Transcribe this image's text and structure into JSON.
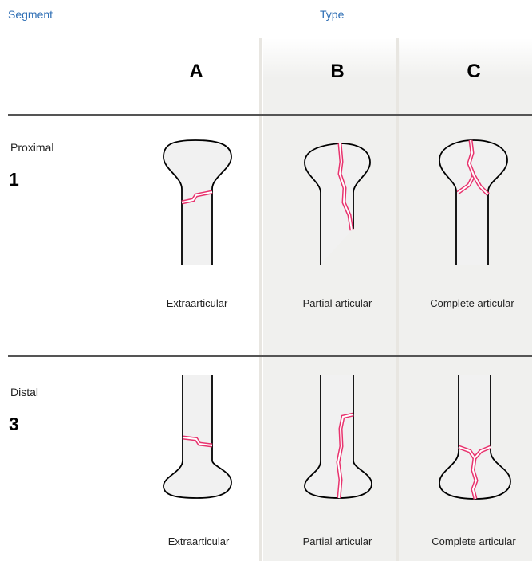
{
  "header": {
    "segment": "Segment",
    "type": "Type"
  },
  "types": [
    "A",
    "B",
    "C"
  ],
  "segments": [
    {
      "label": "Proximal",
      "number": "1"
    },
    {
      "label": "Distal",
      "number": "3"
    }
  ],
  "captions": {
    "proximal": [
      "Extraarticular",
      "Partial articular",
      "Complete articular"
    ],
    "distal": [
      "Extraarticular",
      "Partial articular",
      "Complete articular"
    ]
  },
  "colors": {
    "header_text": "#2f6fb5",
    "bone_fill": "#f1f1f1",
    "bone_outline": "#000000",
    "fracture_line": "#e8336e",
    "column_shade": "#f0f0ee",
    "divider": "#555555"
  }
}
